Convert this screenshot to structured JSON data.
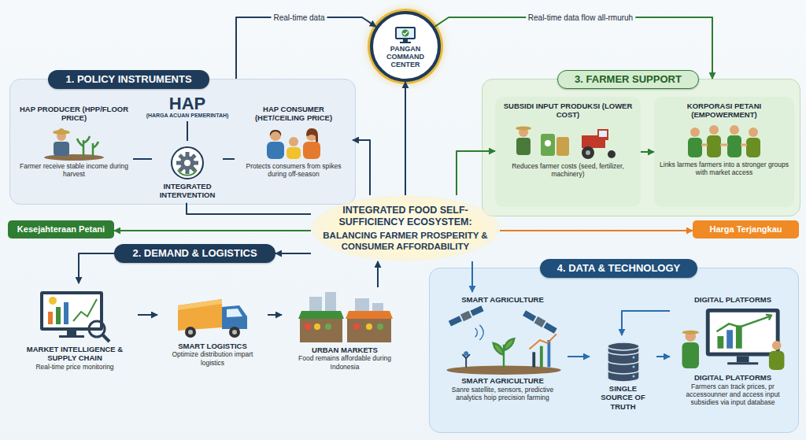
{
  "diagram": {
    "nodes": [
      {
        "text": [
          "PANGAN COMMAND CENTER"
        ]
      },
      {
        "text": [
          "1. POLICY INSTRUMENTS"
        ]
      },
      {
        "text": [
          "HAP",
          "(HARGA ACUAN PEMERINTAH)"
        ],
        "in": 1
      },
      {
        "text": [
          "HAP PRODUCER (HPP/FLOOR PRICE)",
          "Farmer receive stable income during harvest"
        ],
        "in": 1
      },
      {
        "text": [
          "INTEGRATED INTERVENTION"
        ],
        "in": 1
      },
      {
        "text": [
          "HAP CONSUMER (HET/CEILING PRICE)",
          "Protects consumers from spikes during off-season"
        ],
        "in": 1
      },
      {
        "text": [
          "3. FARMER SUPPORT"
        ]
      },
      {
        "text": [
          "SUBSIDI INPUT PRODUKSI (LOWER COST)",
          "Reduces farmer costs (seed, fertilizer, machinery)"
        ],
        "in": 6
      },
      {
        "text": [
          "KORPORASI PETANI (EMPOWERMENT)",
          "Links larmes farmers into a stronger groups with market access"
        ],
        "in": 6
      },
      {
        "text": [
          "INTEGRATED FOOD SELF-SUFFICIENCY ECOSYSTEM:",
          "BALANCING FARMER PROSPERITY & CONSUMER AFFORDABILITY"
        ]
      },
      {
        "text": [
          "Kesejahteraan Petani"
        ]
      },
      {
        "text": [
          "Harga Terjangkau"
        ]
      },
      {
        "text": [
          "2. DEMAND & LOGISTICS"
        ]
      },
      {
        "text": [
          "MARKET INTELLIGENCE & SUPPLY CHAIN",
          "Real-time price monitoring"
        ]
      },
      {
        "text": [
          "SMART LOGISTICS",
          "Optimize distribution impart logistics"
        ]
      },
      {
        "text": [
          "URBAN MARKETS",
          "Food remains affordable during Indonesia"
        ]
      },
      {
        "text": [
          "4. DATA & TECHNOLOGY"
        ]
      },
      {
        "text": [
          "SMART AGRICULTURE",
          "SMART AGRICULTURE",
          "Sanre satellite, sensors, predictive analytics hoip precision farming"
        ],
        "in": 16
      },
      {
        "text": [
          "SINGLE SOURCE OF TRUTH"
        ],
        "in": 16
      },
      {
        "text": [
          "DIGITAL PLATFORMS",
          "DIGITAL PLATFORMS",
          "Farmers can track prices, pr accessounner and access input subsidies via input database"
        ],
        "in": 16
      }
    ],
    "edges": [
      {
        "from": 1,
        "to": 0,
        "label": "Real-time data",
        "arrow": "to"
      },
      {
        "from": 0,
        "to": 6,
        "label": "Real-time data flow all-rmuruh",
        "arrow": "to"
      },
      {
        "from": 9,
        "to": 0,
        "arrow": "to"
      },
      {
        "from": 2,
        "to": 4,
        "arrow": "none"
      },
      {
        "from": 3,
        "to": 4,
        "arrow": "none"
      },
      {
        "from": 4,
        "to": 5,
        "arrow": "none"
      },
      {
        "from": 9,
        "to": 4,
        "arrow": "none"
      },
      {
        "from": 9,
        "to": 5,
        "arrow": "to"
      },
      {
        "from": 9,
        "to": 10,
        "arrow": "to"
      },
      {
        "from": 9,
        "to": 11,
        "arrow": "to"
      },
      {
        "from": 9,
        "to": 7,
        "arrow": "to"
      },
      {
        "from": 7,
        "to": 8,
        "arrow": "to"
      },
      {
        "from": 9,
        "to": 12,
        "arrow": "to"
      },
      {
        "from": 12,
        "to": 13,
        "arrow": "to"
      },
      {
        "from": 13,
        "to": 14,
        "arrow": "to"
      },
      {
        "from": 14,
        "to": 15,
        "arrow": "to"
      },
      {
        "from": 15,
        "to": 9,
        "arrow": "to"
      },
      {
        "from": 9,
        "to": 17,
        "arrow": "to"
      },
      {
        "from": 17,
        "to": 18,
        "arrow": "to"
      },
      {
        "from": 18,
        "to": 19,
        "arrow": "to"
      },
      {
        "from": 19,
        "to": 18,
        "arrow": "to"
      }
    ]
  }
}
